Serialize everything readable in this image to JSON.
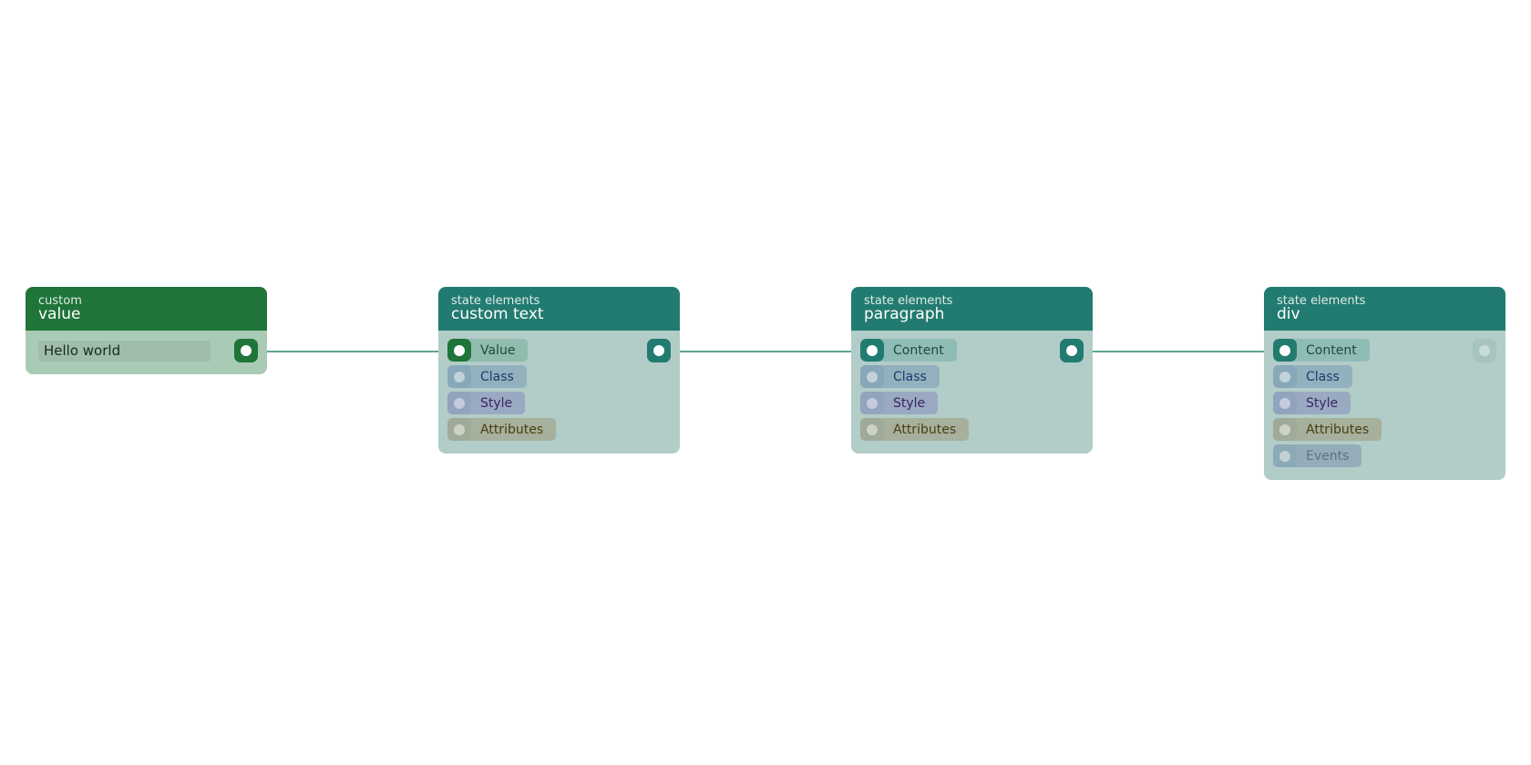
{
  "colors": {
    "custom_header": "#1e7439",
    "state_header": "#227b70",
    "wire": "#2a8a66"
  },
  "nodes": [
    {
      "id": "value",
      "category": "custom",
      "title": "value",
      "field_value": "Hello world"
    },
    {
      "id": "custom-text",
      "category": "state elements",
      "title": "custom text",
      "pins": [
        "Value",
        "Class",
        "Style",
        "Attributes"
      ]
    },
    {
      "id": "paragraph",
      "category": "state elements",
      "title": "paragraph",
      "pins": [
        "Content",
        "Class",
        "Style",
        "Attributes"
      ]
    },
    {
      "id": "div",
      "category": "state elements",
      "title": "div",
      "pins": [
        "Content",
        "Class",
        "Style",
        "Attributes",
        "Events"
      ]
    }
  ],
  "connections": [
    {
      "from": "value",
      "to": "custom-text"
    },
    {
      "from": "custom-text",
      "to": "paragraph"
    },
    {
      "from": "paragraph",
      "to": "div"
    }
  ]
}
